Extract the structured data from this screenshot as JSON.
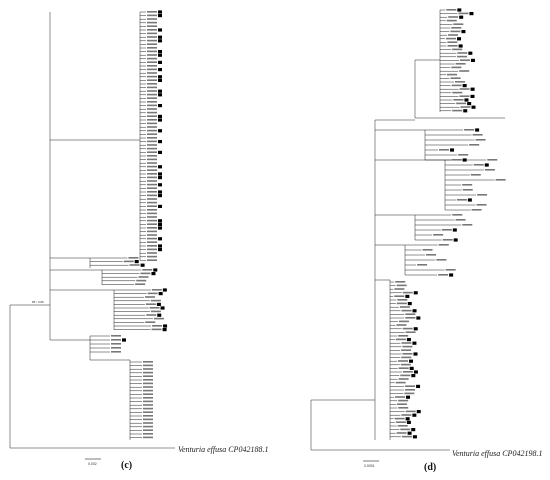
{
  "panel_c": {
    "label": "(c)",
    "outgroup": "Venturia effusa CP042188.1",
    "scale": "0.002",
    "basal_support": "85 / 0.89"
  },
  "panel_d": {
    "label": "(d)",
    "outgroup": "Venturia effusa CP042198.1",
    "scale": "0.0001"
  }
}
